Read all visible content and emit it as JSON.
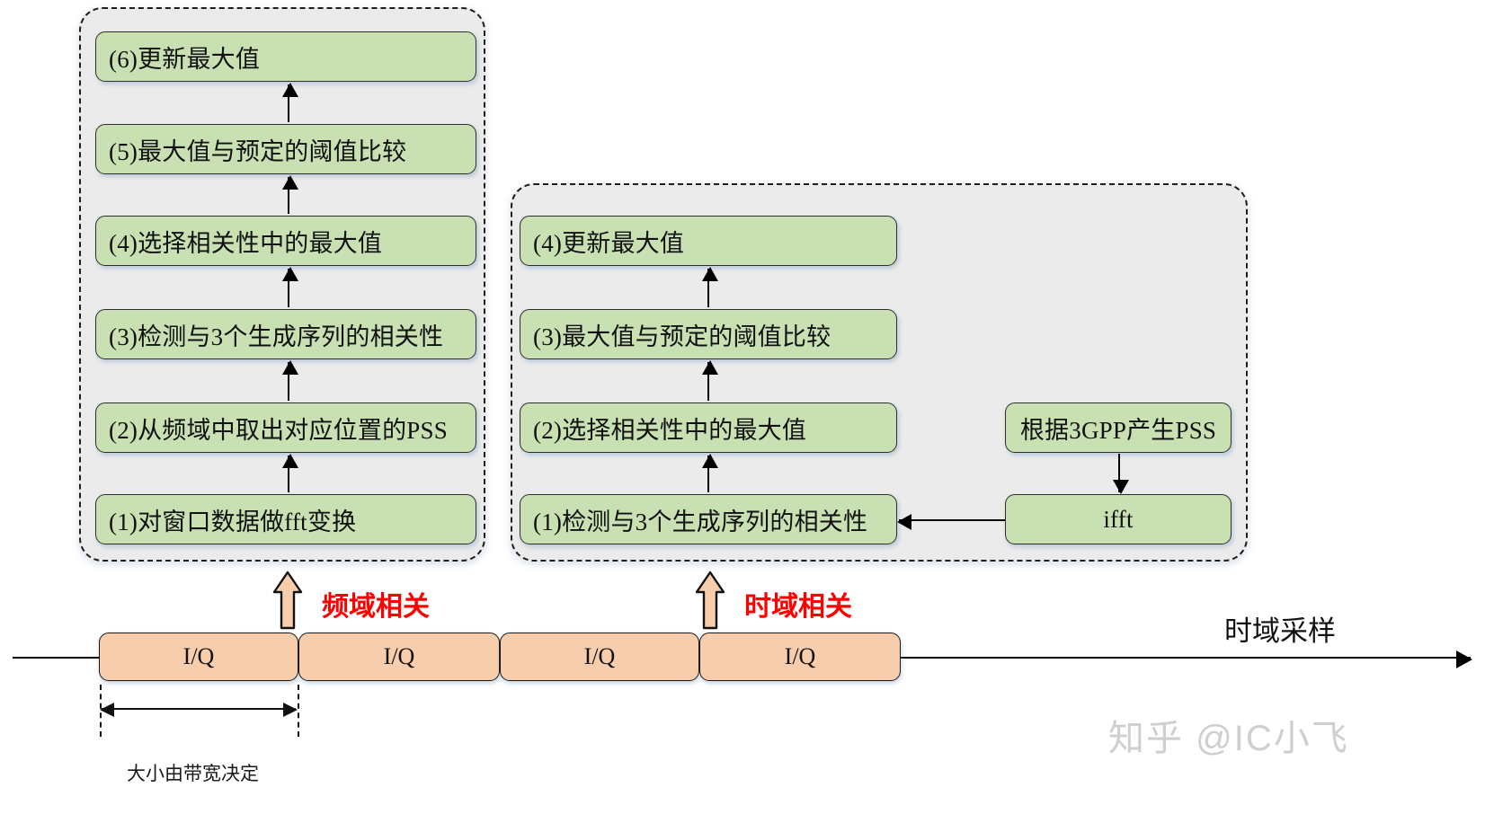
{
  "diagram": {
    "panels": [
      {
        "id": "frequency-domain",
        "steps": [
          "(1)对窗口数据做fft变换",
          "(2)从频域中取出对应位置的PSS",
          "(3)检测与3个生成序列的相关性",
          "(4)选择相关性中的最大值",
          "(5)最大值与预定的阈值比较",
          "(6)更新最大值"
        ]
      },
      {
        "id": "time-domain",
        "steps": [
          "(1)检测与3个生成序列的相关性",
          "(2)选择相关性中的最大值",
          "(3)最大值与预定的阈值比较",
          "(4)更新最大值"
        ],
        "side_steps": [
          "根据3GPP产生PSS",
          "ifft"
        ]
      }
    ],
    "callouts": [
      {
        "label": "频域相关",
        "color": "#ff0000"
      },
      {
        "label": "时域相关",
        "color": "#ff0000"
      }
    ],
    "timeline": {
      "blocks": [
        "I/Q",
        "I/Q",
        "I/Q",
        "I/Q"
      ],
      "axis_label": "时域采样",
      "dimension_caption": "大小由带宽决定"
    },
    "watermark": "知乎 @IC小飞",
    "colors": {
      "process_box": "#c8e0b2",
      "panel_fill": "#ebebeb",
      "iq_block": "#f8cdab",
      "callout": "#ff0000",
      "stroke": "#1d1d1d"
    }
  }
}
